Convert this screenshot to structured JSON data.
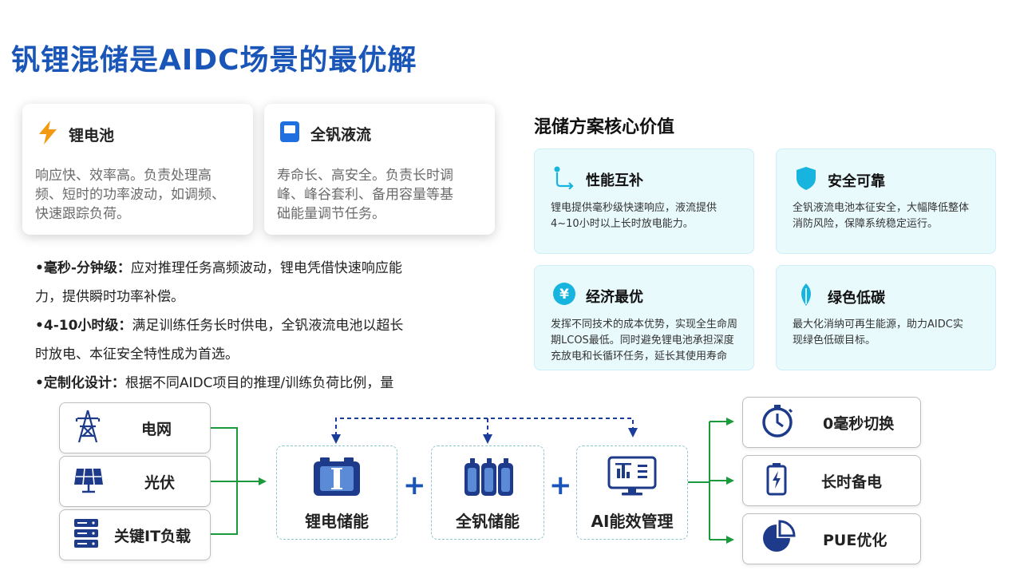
{
  "title": "钒锂混储是AIDC场景的最优解",
  "cards": [
    {
      "heading": "锂电池",
      "icon": "lightning-icon",
      "body_lines": [
        "响应快、效率高。负责处理高",
        "频、短时的功率波动，如调频、",
        "快速跟踪负荷。"
      ]
    },
    {
      "heading": "全钒液流",
      "icon": "tank-icon",
      "body_lines": [
        "寿命长、高安全。负责长时调",
        "峰、峰谷套利、备用容量等基",
        "础能量调节任务。"
      ]
    }
  ],
  "bullets": [
    {
      "bold": "•毫秒-分钟级：",
      "text": "应对推理任务高频波动，锂电凭借快速响应能",
      "text2": "力，提供瞬时功率补偿。"
    },
    {
      "bold": "•4-10小时级：",
      "text": "满足训练任务长时供电，全钒液流电池以超长",
      "text2": "时放电、本征安全特性成为首选。"
    },
    {
      "bold": "•定制化设计：",
      "text": "根据不同AIDC项目的推理/训练负荷比例，量",
      "text2": ""
    }
  ],
  "value_section": {
    "title": "混储方案核心价值",
    "cards": [
      {
        "heading": "性能互补",
        "icon": "route-icon",
        "lines": [
          "锂电提供毫秒级快速响应，液流提供",
          "4~10小时以上长时放电能力。"
        ]
      },
      {
        "heading": "安全可靠",
        "icon": "shield-icon",
        "lines": [
          "全钒液流电池本征安全，大幅降低整体",
          "消防风险，保障系统稳定运行。"
        ]
      },
      {
        "heading": "经济最优",
        "icon": "yen-icon",
        "lines": [
          "发挥不同技术的成本优势，实现全生命周",
          "期LCOS最低。同时避免锂电池承担深度",
          "充放电和长循环任务，延长其使用寿命"
        ]
      },
      {
        "heading": "绿色低碳",
        "icon": "leaf-icon",
        "lines": [
          "最大化消纳可再生能源，助力AIDC实",
          "现绿色低碳目标。"
        ]
      }
    ]
  },
  "flow": {
    "sources": [
      {
        "label": "电网",
        "icon": "power-tower-icon"
      },
      {
        "label": "光伏",
        "icon": "solar-panel-icon"
      },
      {
        "label": "关键IT负载",
        "icon": "server-rack-icon"
      }
    ],
    "center": [
      {
        "label": "锂电储能",
        "icon": "lithium-battery-icon"
      },
      {
        "label": "全钒储能",
        "icon": "vanadium-tank-icon"
      },
      {
        "label": "AI能效管理",
        "icon": "ai-monitor-icon"
      }
    ],
    "plus": "+",
    "outputs": [
      {
        "label": "0毫秒切换",
        "icon": "stopwatch-icon"
      },
      {
        "label": "长时备电",
        "icon": "battery-icon"
      },
      {
        "label": "PUE优化",
        "icon": "pie-chart-icon"
      }
    ]
  },
  "colors": {
    "title": "#1a55b8",
    "accent_orange": "#f29a12",
    "accent_blue": "#1f6fe0",
    "icon_cyan": "#18b4e0",
    "arrow_green": "#1a9a3a",
    "arrow_blue": "#1a3d9a",
    "dark_navy": "#1d3b8a"
  }
}
